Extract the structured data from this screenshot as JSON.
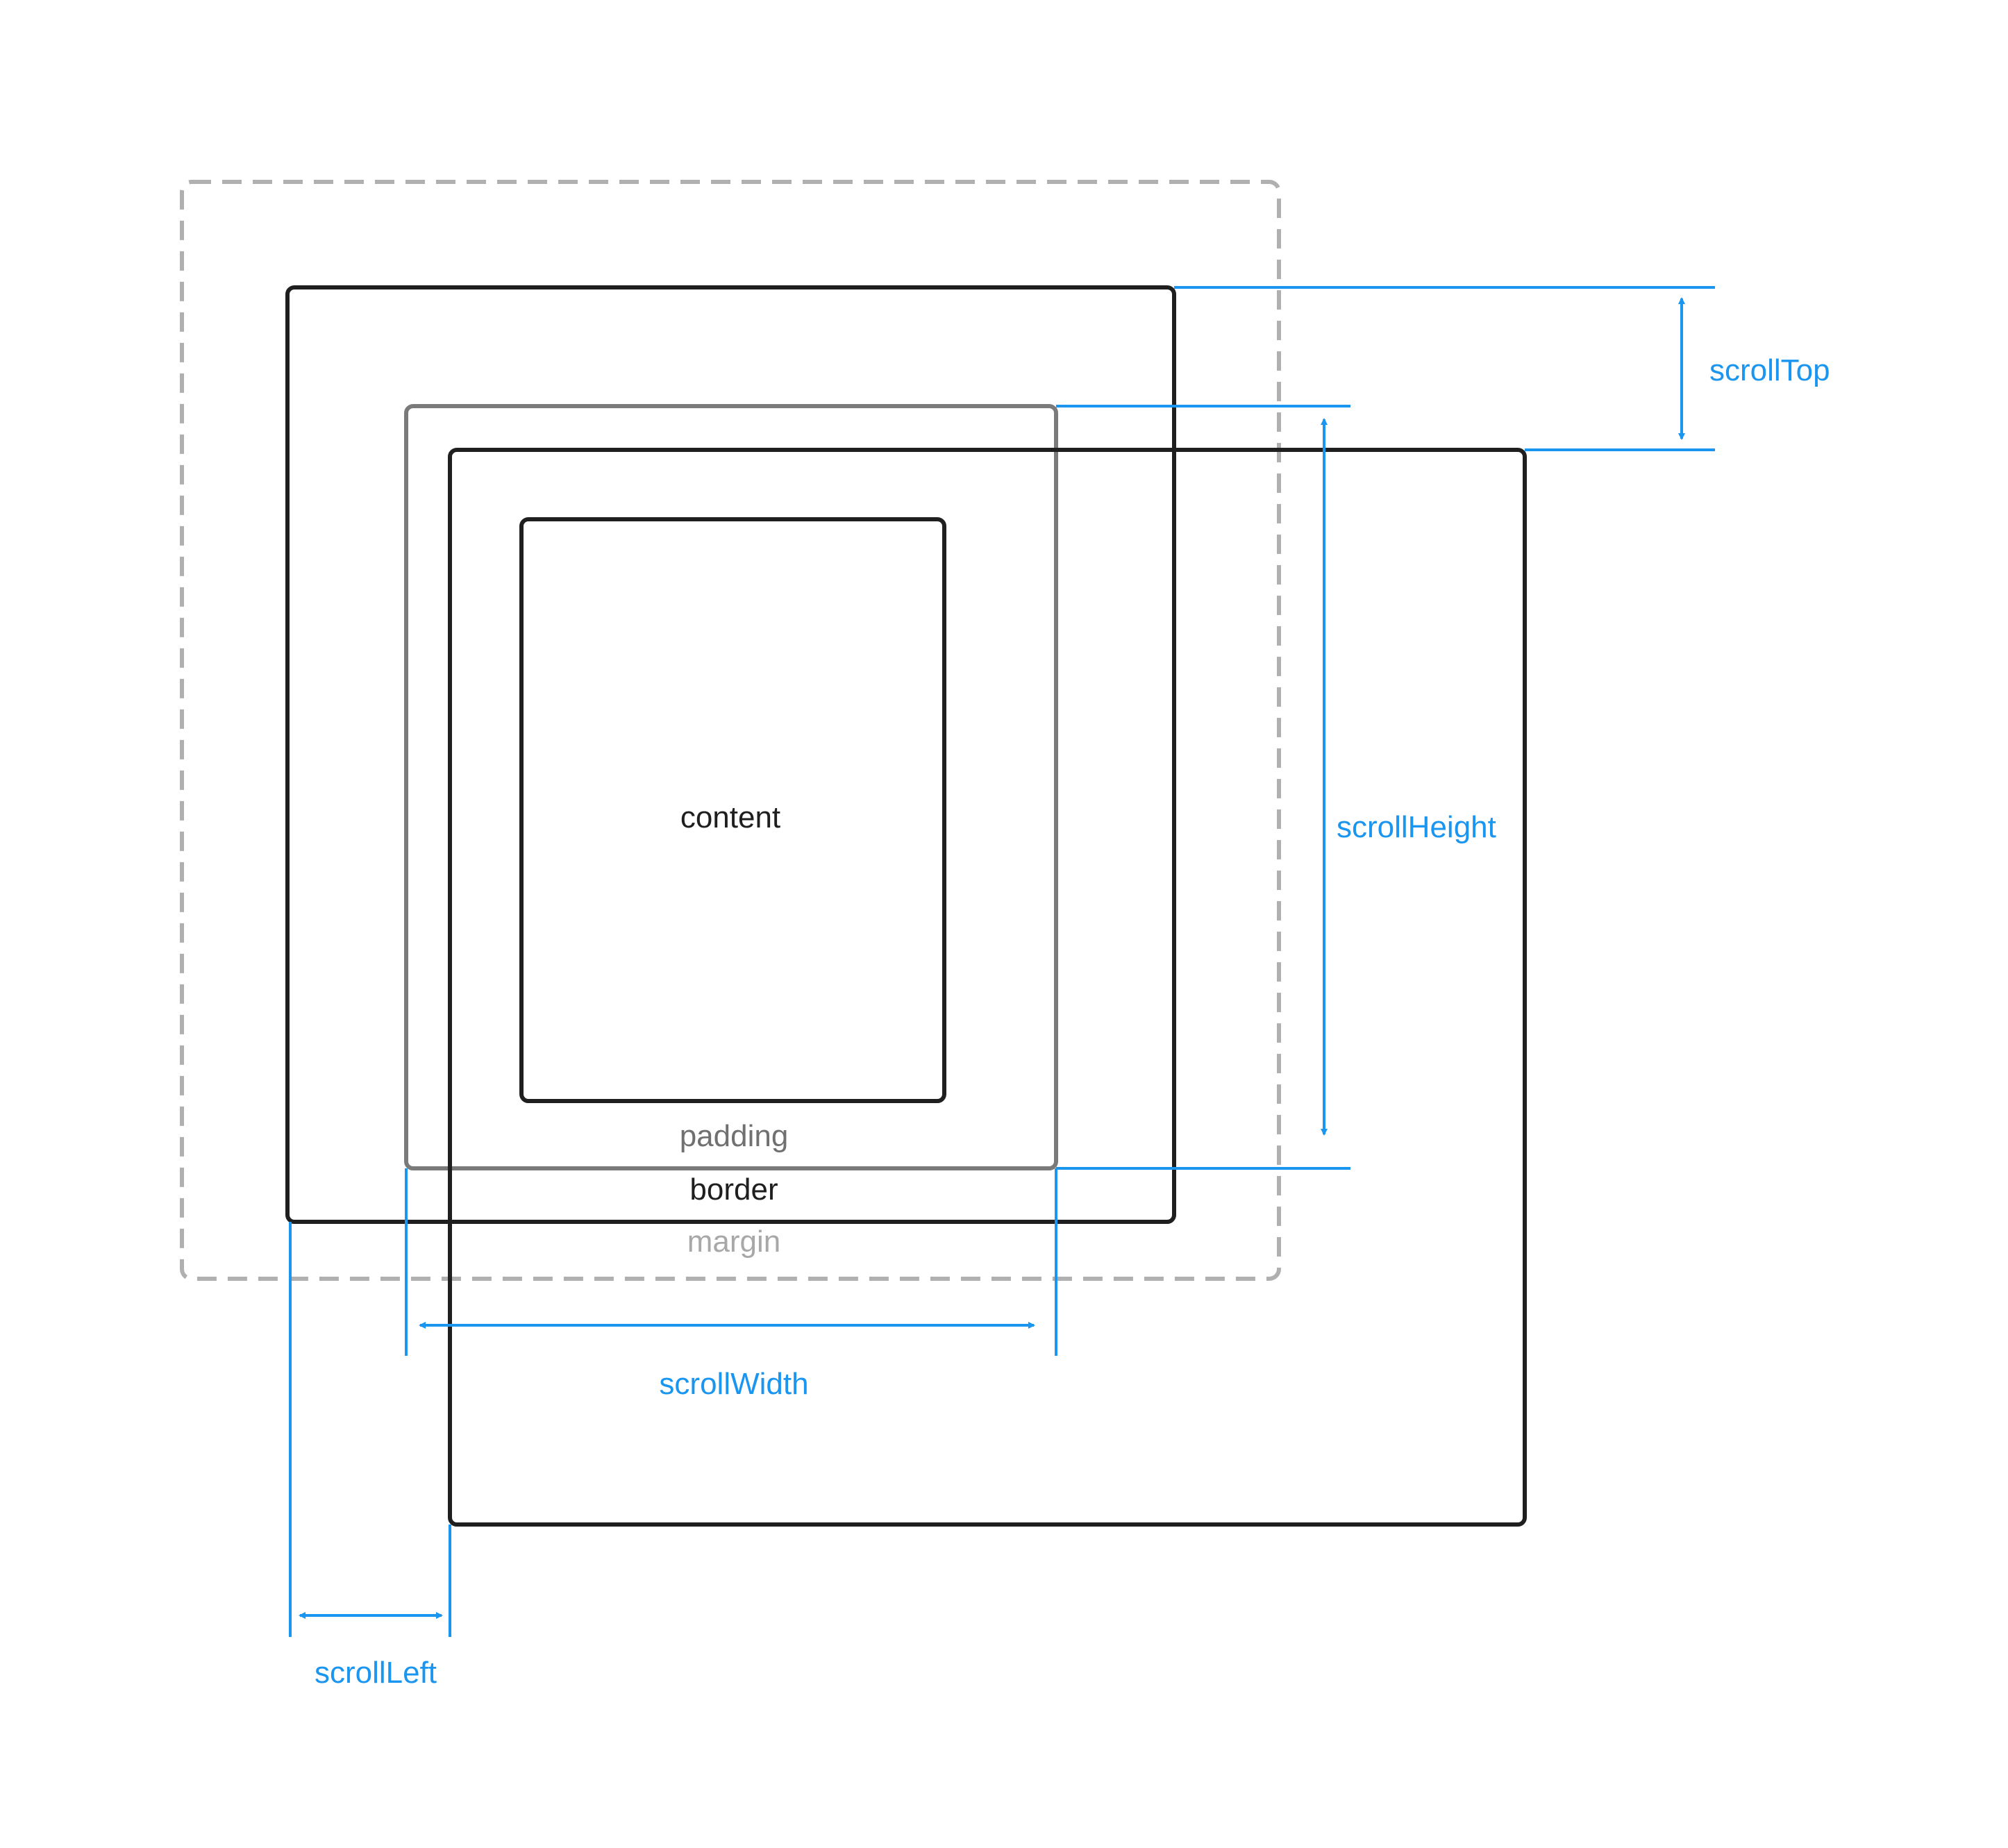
{
  "labels": {
    "content": "content",
    "padding": "padding",
    "border": "border",
    "margin": "margin",
    "scroll_top": "scrollTop",
    "scroll_height": "scrollHeight",
    "scroll_width": "scrollWidth",
    "scroll_left": "scrollLeft"
  },
  "colors": {
    "accent": "#1a95f0",
    "border": "#1f1f1f",
    "padding": "#7a7a7a",
    "margin": "#b0b0b0",
    "text_padding": "#707070",
    "text_margin": "#a8a8a8"
  }
}
